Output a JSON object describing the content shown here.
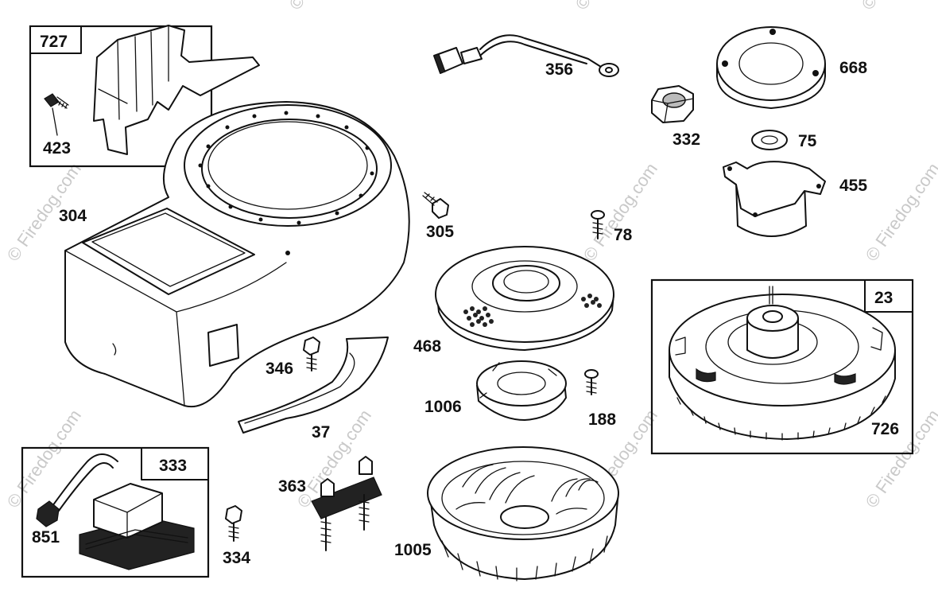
{
  "watermark": {
    "text": "© Firedog.com"
  },
  "parts": {
    "p727": "727",
    "p423": "423",
    "p304": "304",
    "p305": "305",
    "p356": "356",
    "p668": "668",
    "p332": "332",
    "p75": "75",
    "p455": "455",
    "p78": "78",
    "p468": "468",
    "p346": "346",
    "p37": "37",
    "p1006": "1006",
    "p188": "188",
    "p23": "23",
    "p726": "726",
    "p333": "333",
    "p851": "851",
    "p334": "334",
    "p363": "363",
    "p1005": "1005"
  }
}
